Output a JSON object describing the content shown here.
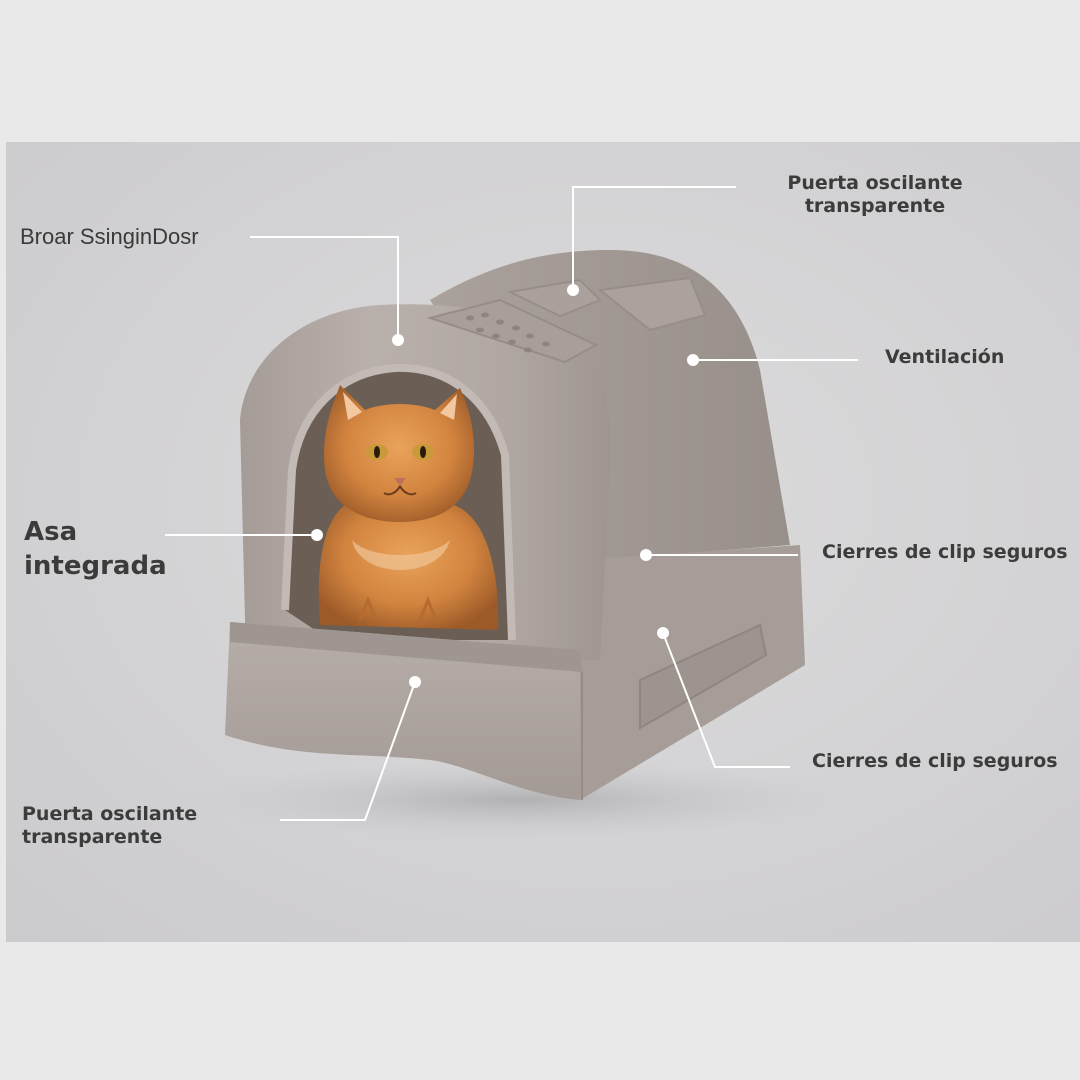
{
  "callouts": {
    "swinging_door_top": "Puerta oscilante\ntransparente",
    "broar_label": "Broar SsinginDosr",
    "ventilation": "Ventilación",
    "handle": "Asa\nintegrada",
    "clips_upper": "Cierres de clip seguros",
    "clips_lower": "Cierres de clip seguros",
    "swinging_door_bottom": "Puerta oscilante\ntransparente"
  },
  "colors": {
    "page_background": "#e9e9ea",
    "photo_background": "#d3d2d4",
    "litter_box_body": "#b3aaa5",
    "cat_fur": "#d98b45",
    "callout_line": "#ffffff",
    "label_text": "#3a3a3a"
  },
  "photo": {
    "subject": "covered cat litter box with orange cat in doorway"
  }
}
